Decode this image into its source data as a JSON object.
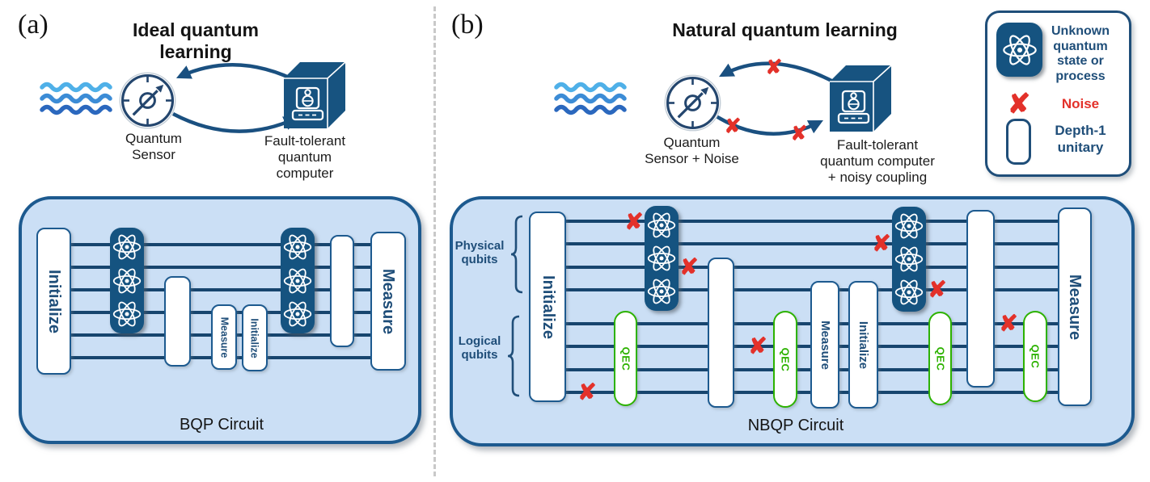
{
  "panels": {
    "a": {
      "tag": "(a)",
      "title": "Ideal quantum learning",
      "sensor_label": "Quantum\nSensor",
      "computer_label": "Fault-tolerant\nquantum\ncomputer",
      "circuit_label": "BQP Circuit"
    },
    "b": {
      "tag": "(b)",
      "title": "Natural quantum learning",
      "sensor_label": "Quantum\nSensor + Noise",
      "computer_label": "Fault-tolerant\nquantum computer\n+ noisy coupling",
      "circuit_label": "NBQP Circuit",
      "physical_qubits_label": "Physical\nqubits",
      "logical_qubits_label": "Logical\nqubits"
    }
  },
  "gates": {
    "initialize": "Initialize",
    "measure": "Measure",
    "qec": "QEC"
  },
  "legend": {
    "unknown_label": "Unknown\nquantum\nstate or\nprocess",
    "noise_label": "Noise",
    "depth1_label": "Depth-1\nunitary"
  },
  "icons": {
    "noise_x": "✘",
    "atom": "atom-icon",
    "waves": "waves-icon",
    "gauge": "sensor-gauge-icon",
    "cube": "quantum-computer-cube-icon"
  },
  "colors": {
    "dark_blue_text": "#1f4e79",
    "atom_box_blue": "#155380",
    "circuit_fill": "#cbdff5",
    "circuit_border": "#1d5a8f",
    "wire": "#17456e",
    "qec_green": "#2db200",
    "noise_red": "#e3312a",
    "arrow_blue": "#1a5080",
    "wave_light": "#4fb0e8",
    "wave_mid": "#3c8cd6",
    "wave_dark": "#2b68be"
  }
}
